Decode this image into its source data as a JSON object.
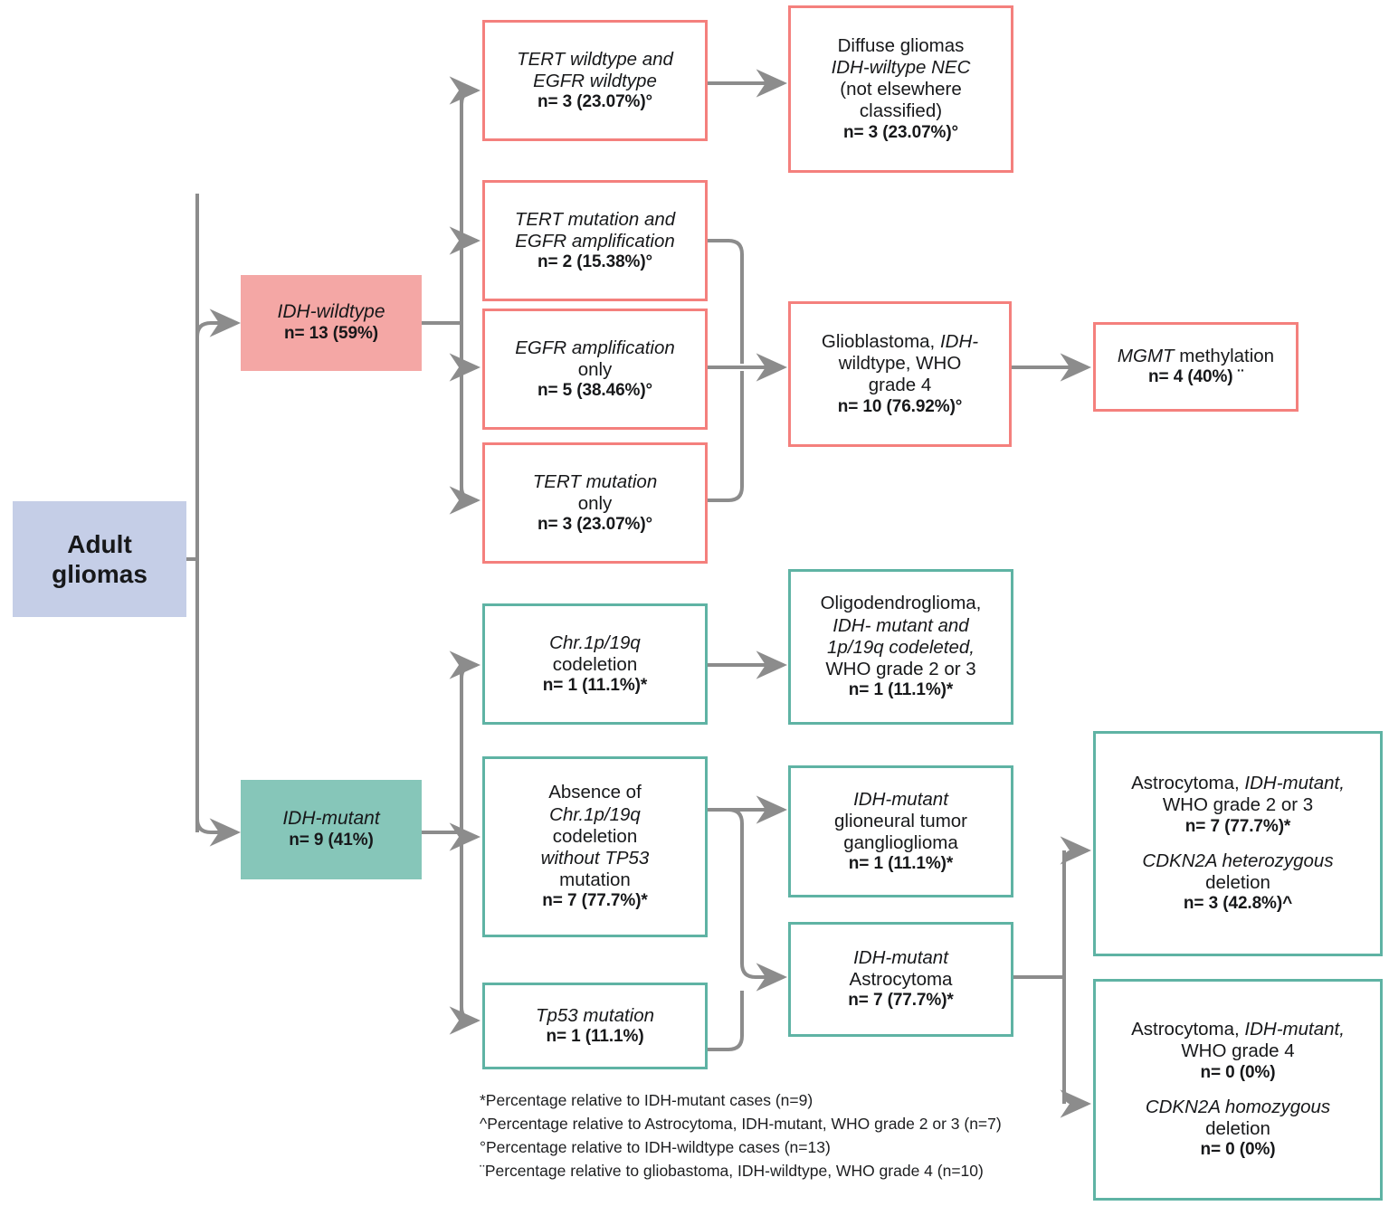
{
  "diagram": {
    "title": "Adult gliomas molecular classification flowchart",
    "colors": {
      "root_fill": "#c5cee7",
      "wildtype_fill": "#f4a7a5",
      "wildtype_border": "#f4807d",
      "mutant_fill": "#86c6b9",
      "mutant_border": "#5fb3a4",
      "connector": "#8c8c8c"
    },
    "nodes": {
      "root": {
        "label": "Adult",
        "label2": "gliomas"
      },
      "idh_wildtype": {
        "line1": "IDH-wildtype",
        "n": "n= 13 (59%)"
      },
      "idh_mutant": {
        "line1": "IDH-mutant",
        "n": "n= 9 (41%)"
      },
      "tert_wt_egfr_wt": {
        "line1": "TERT wildtype and",
        "line2": "EGFR wildtype",
        "n": "n= 3 (23.07%)°"
      },
      "diffuse_gliomas_nec": {
        "line1": "Diffuse gliomas",
        "line2": "IDH-wiltype NEC",
        "line3": "(not elsewhere",
        "line4": "classified)",
        "n": "n= 3 (23.07%)°"
      },
      "tert_mut_egfr_amp": {
        "line1": "TERT mutation and",
        "line2": "EGFR amplification",
        "n": "n= 2 (15.38%)°"
      },
      "egfr_amp_only": {
        "line1": "EGFR amplification",
        "line2": "only",
        "n": "n= 5 (38.46%)°"
      },
      "tert_mut_only": {
        "line1": "TERT mutation",
        "line2": "only",
        "n": "n= 3 (23.07%)°"
      },
      "glioblastoma": {
        "line1": "Glioblastoma, IDH-",
        "line2": "wildtype, WHO",
        "line3": "grade 4",
        "n": "n= 10 (76.92%)°"
      },
      "mgmt": {
        "line1": "MGMT methylation",
        "n": "n= 4 (40%) ¨"
      },
      "chr1p19q_codel": {
        "line1": "Chr.1p/19q",
        "line2": "codeletion",
        "n": "n= 1 (11.1%)*"
      },
      "oligodendroglioma": {
        "line1": "Oligodendroglioma,",
        "line2": "IDH- mutant and",
        "line3": "1p/19q codeleted,",
        "line4": "WHO grade 2 or 3",
        "n": "n= 1 (11.1%)*"
      },
      "absence_codel": {
        "line1": "Absence of",
        "line2": "Chr.1p/19q",
        "line3": "codeletion",
        "line4": "without TP53",
        "line5": "mutation",
        "n": "n= 7 (77.7%)*"
      },
      "tp53_mutation": {
        "line1": "Tp53 mutation",
        "n": "n= 1 (11.1%)"
      },
      "glioneural_tumor": {
        "line1": "IDH-mutant",
        "line2": "glioneural tumor",
        "line3": "ganglioglioma",
        "n": "n= 1 (11.1%)*"
      },
      "idh_mut_astrocytoma": {
        "line1": "IDH-mutant",
        "line2": "Astrocytoma",
        "n": "n= 7 (77.7%)*"
      },
      "astro_grade23": {
        "line1": "Astrocytoma, IDH-mutant,",
        "line2": "WHO grade 2 or 3",
        "n": "n= 7 (77.7%)*",
        "line3": "CDKN2A heterozygous",
        "line4": "deletion",
        "n2": "n= 3 (42.8%)^"
      },
      "astro_grade4": {
        "line1": "Astrocytoma, IDH-mutant,",
        "line2": "WHO grade 4",
        "n": "n= 0 (0%)",
        "line3": "CDKN2A homozygous",
        "line4": "deletion",
        "n2": "n= 0 (0%)"
      }
    },
    "legend": [
      "*Percentage relative to IDH-mutant cases (n=9)",
      "^Percentage relative to Astrocytoma, IDH-mutant, WHO grade 2 or 3 (n=7)",
      "°Percentage relative to IDH-wildtype cases (n=13)",
      "¨Percentage relative to gliobastoma, IDH-wildtype, WHO grade 4 (n=10)"
    ]
  }
}
